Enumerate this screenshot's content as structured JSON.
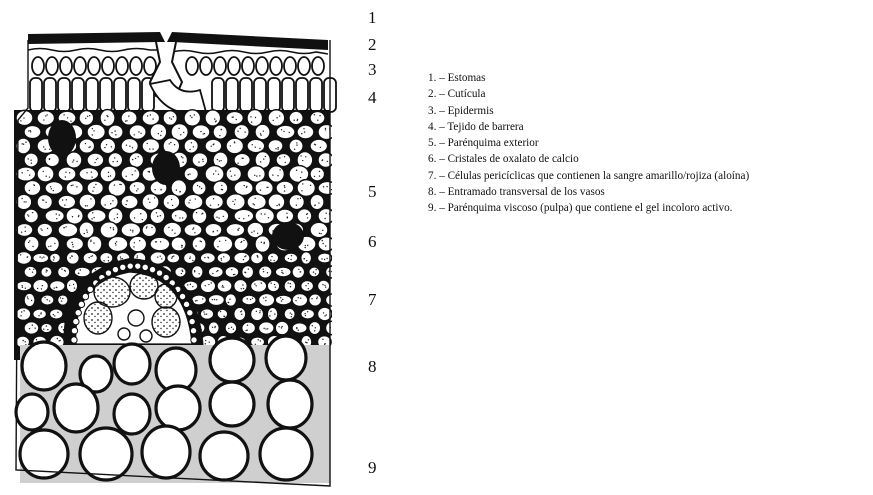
{
  "numbers": [
    "1",
    "2",
    "3",
    "4",
    "5",
    "6",
    "7",
    "8",
    "9"
  ],
  "legend": [
    "1. – Estomas",
    "2. – Cutícula",
    "3. – Epidermis",
    "4. – Tejido de barrera",
    "5. – Parénquima exterior",
    "6. – Cristales de oxalato de calcio",
    "7. – Células pericíclicas que contienen la sangre amarillo/rojiza (aloína)",
    "8. – Entramado transversal de los vasos",
    "9. – Parénquima viscoso (pulpa) que contiene el gel incoloro activo."
  ],
  "colors": {
    "ink": "#111111",
    "paper": "#ffffff",
    "shade": "#cfcfcf"
  }
}
